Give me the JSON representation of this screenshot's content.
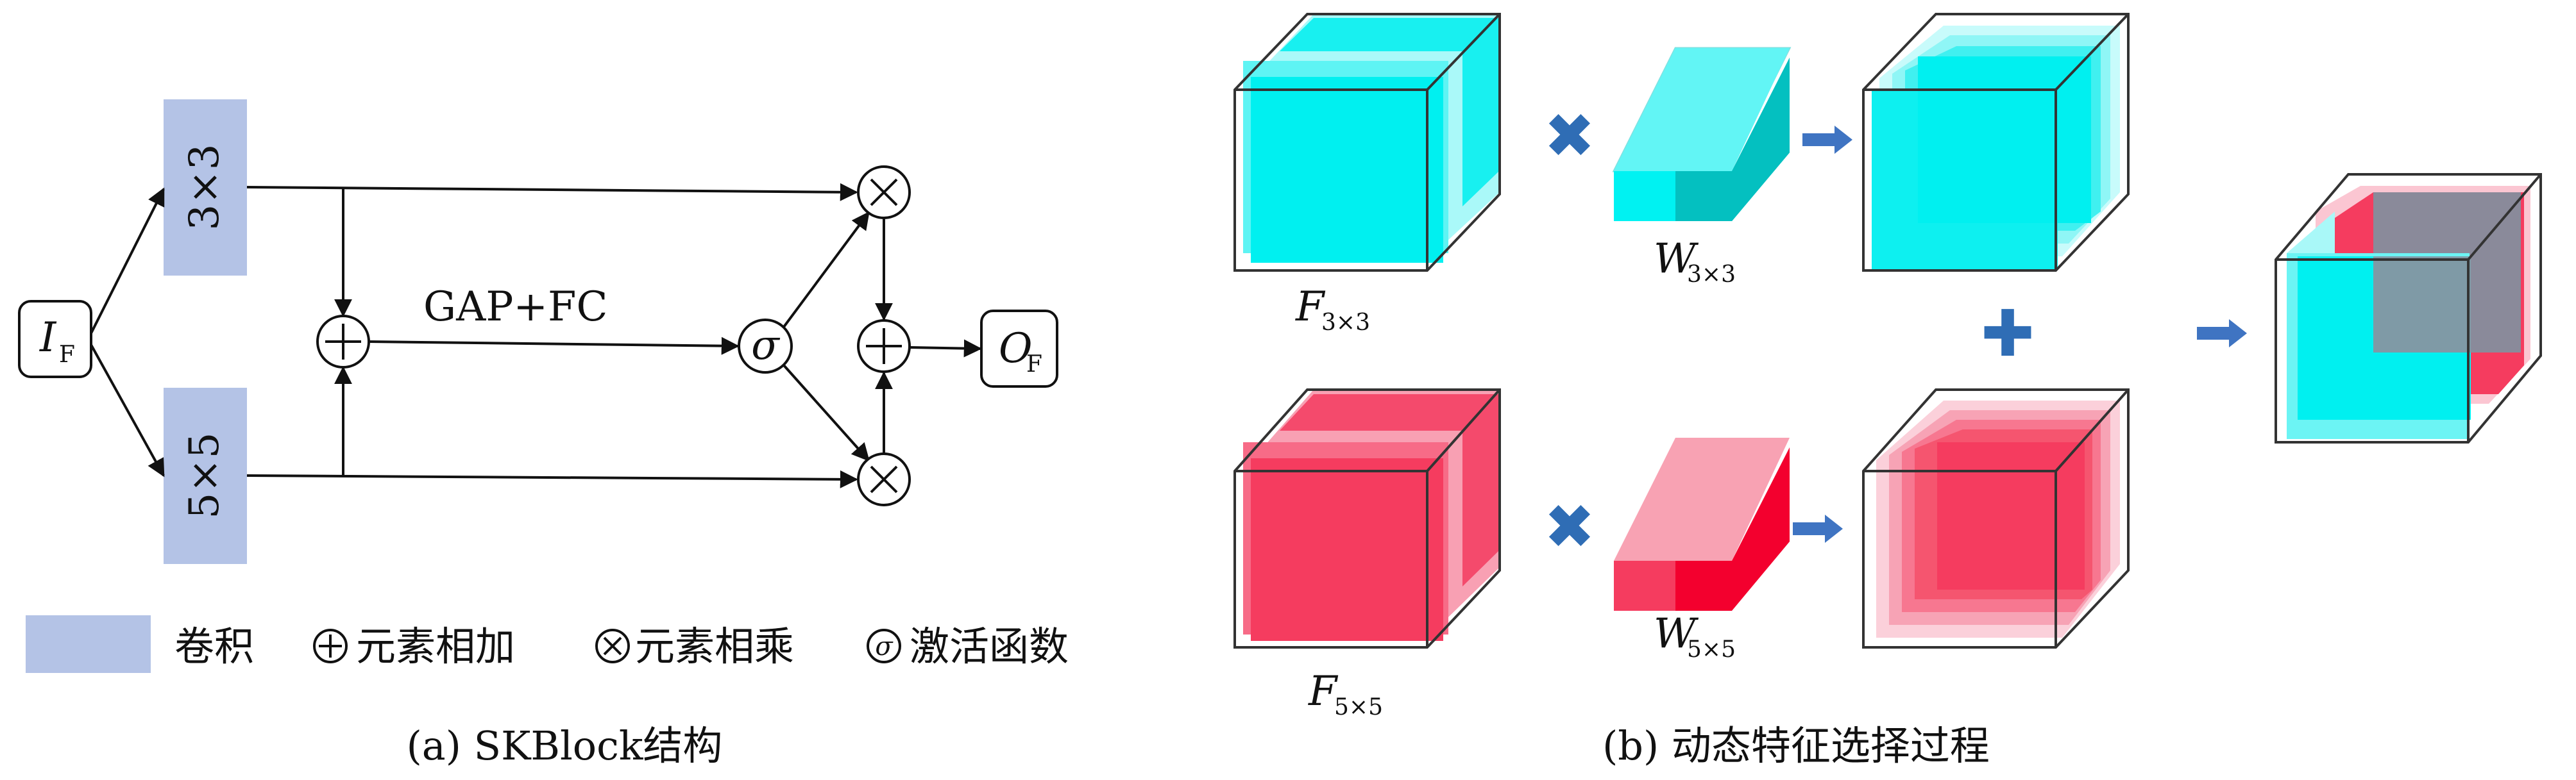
{
  "panel_a": {
    "input_label": "I",
    "input_sub": "F",
    "output_label": "O",
    "output_sub": "F",
    "conv_top_label": "3×3",
    "conv_bottom_label": "5×5",
    "gap_fc_label": "GAP+FC",
    "sigma_label": "σ",
    "plus_symbol": "+",
    "times_symbol": "×",
    "caption": "(a) SKBlock结构"
  },
  "legend": {
    "conv": "卷积",
    "add": "元素相加",
    "multiply": "元素相乘",
    "activation": "激活函数"
  },
  "panel_b": {
    "f3_label": "F",
    "f3_sub": "3×3",
    "f5_label": "F",
    "f5_sub": "5×5",
    "w3_label": "W",
    "w3_sub": "3×3",
    "w5_label": "W",
    "w5_sub": "5×5",
    "times_glyph": "✖",
    "plus_glyph": "✚",
    "caption": "(b) 动态特征选择过程"
  },
  "colors": {
    "conv_block": "#b4c3e6",
    "cyan": "#00f0f0",
    "red": "#f53c5f",
    "arrow_blue": "#3f74c2",
    "op_blue": "#2f6db5"
  }
}
